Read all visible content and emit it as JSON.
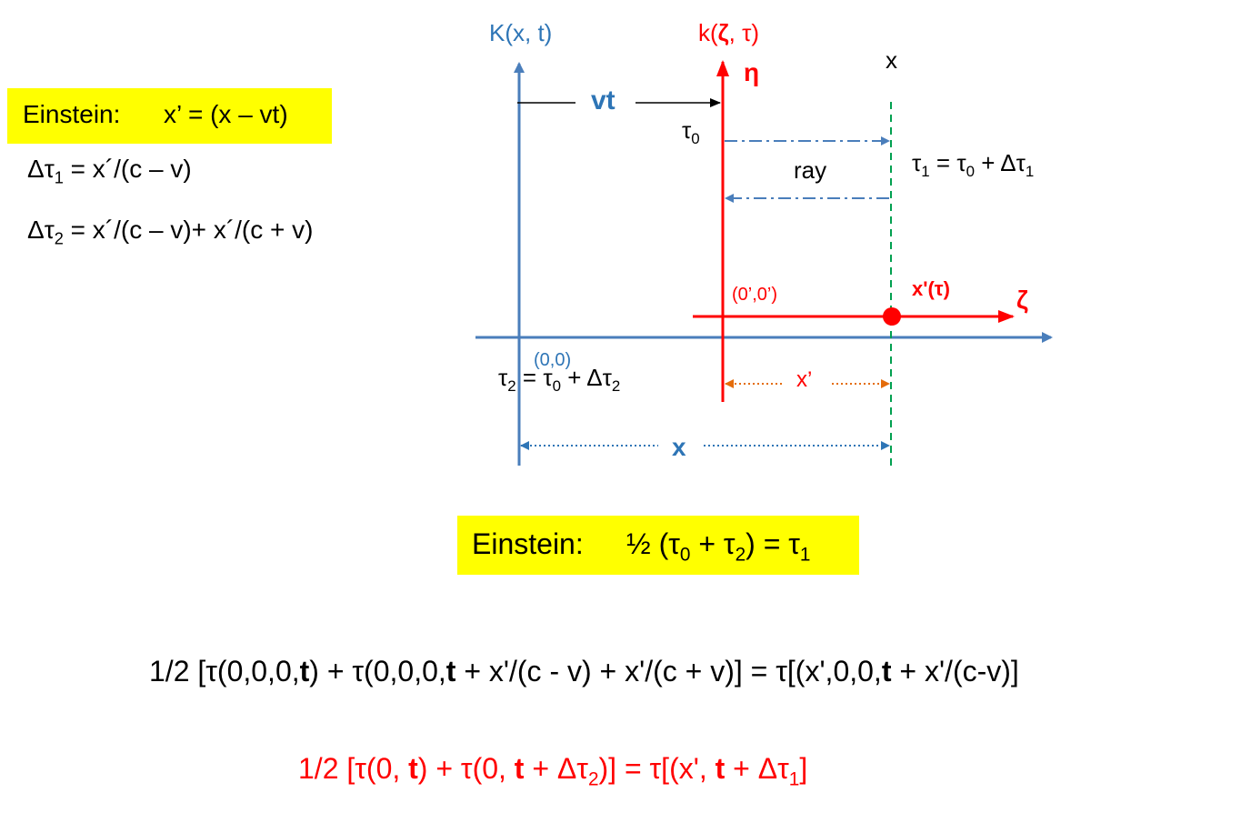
{
  "colors": {
    "frame_axis": "#4a7ebb",
    "moving_axis": "#ff0000",
    "light_ray": "#4a7ebb",
    "x_prime_marker": "#e46c0a",
    "x_position_line": "#00a050",
    "highlight": "#ffff00",
    "x_label_blue": "#2e75b6"
  },
  "left_panel": {
    "einstein_prefix": "Einstein:",
    "einstein_formula": "x’ = (x – vt)",
    "dtau1_lhs": "Δτ",
    "dtau1_sub": "1",
    "dtau1_rhs": " = x´/(c – v)",
    "dtau2_lhs": "Δτ",
    "dtau2_sub": "2",
    "dtau2_rhs": " = x´/(c – v)+ x´/(c + v)"
  },
  "diagram": {
    "K_label": "K(x, t)",
    "k_label_prefix": "k(",
    "k_label_zeta": "ζ",
    "k_label_suffix": ", τ)",
    "eta_label": "η",
    "zeta_label": "ζ",
    "x_top_label": "x",
    "vt_label": "vt",
    "tau0_sym": "τ",
    "tau0_sub": "0",
    "ray_label": "ray",
    "tau1_eq": {
      "a": "τ",
      "a_sub": "1",
      "b": " = τ",
      "b_sub": "0",
      "c": " + Δτ",
      "c_sub": "1"
    },
    "origin_moving": "(0’,0’)",
    "x_tau_label": "x'(τ)",
    "origin_rest": "(0,0)",
    "tau2_eq": {
      "a": "τ",
      "a_sub": "2",
      "b": " = τ",
      "b_sub": "0",
      "c": " + Δτ",
      "c_sub": "2"
    },
    "x_prime_label": "x’",
    "x_bottom_label": "x"
  },
  "center_box": {
    "prefix": "Einstein:",
    "formula_a": "½ (τ",
    "formula_a_sub": "0",
    "formula_b": " + τ",
    "formula_b_sub": "2",
    "formula_c": ") = τ",
    "formula_c_sub": "1"
  },
  "equation_black": {
    "p1": "1/2  [τ(0,0,0,",
    "t1": "t",
    "p2": ") + τ(0,0,0,",
    "t2": "t",
    "p3": " + x'/(c - v) + x'/(c + v)] = τ[(x',0,0,",
    "t3": "t",
    "p4": " + x'/(c-v)]"
  },
  "equation_red": {
    "p1": "1/2  [τ(0, ",
    "t1": "t",
    "p2": ") + τ(0, ",
    "t2": "t",
    "p3": " + Δτ",
    "p3_sub": "2",
    "p4": ")] = τ[(x', ",
    "t3": "t",
    "p5": " + Δτ",
    "p5_sub": "1",
    "p6": "]"
  }
}
